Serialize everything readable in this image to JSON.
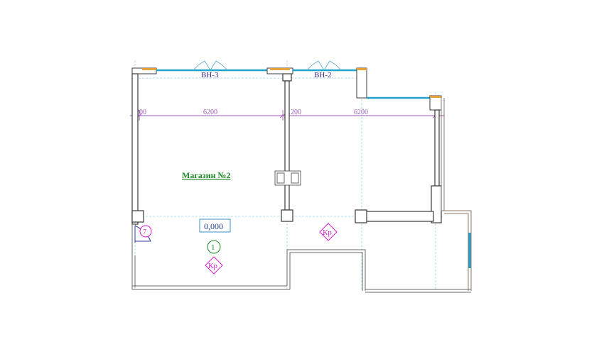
{
  "window_labels": {
    "left": "ВН-3",
    "right": "ВН-2"
  },
  "dimensions": {
    "seg1": "200",
    "seg2": "6200",
    "seg3": "200",
    "seg4": "6200"
  },
  "room": {
    "name": "Магазин №2",
    "number": "1",
    "level": "0,000"
  },
  "markers": {
    "circle7": "7",
    "kr": "Кр"
  },
  "colors": {
    "wall": "#3a3a3a",
    "window": "#1fa3c9",
    "dimension": "#9b59b6",
    "axis": "#7fd3e0",
    "room_name": "#1e8b2a",
    "marker": "#d61fd1",
    "level_box": "#3d8fc9"
  }
}
